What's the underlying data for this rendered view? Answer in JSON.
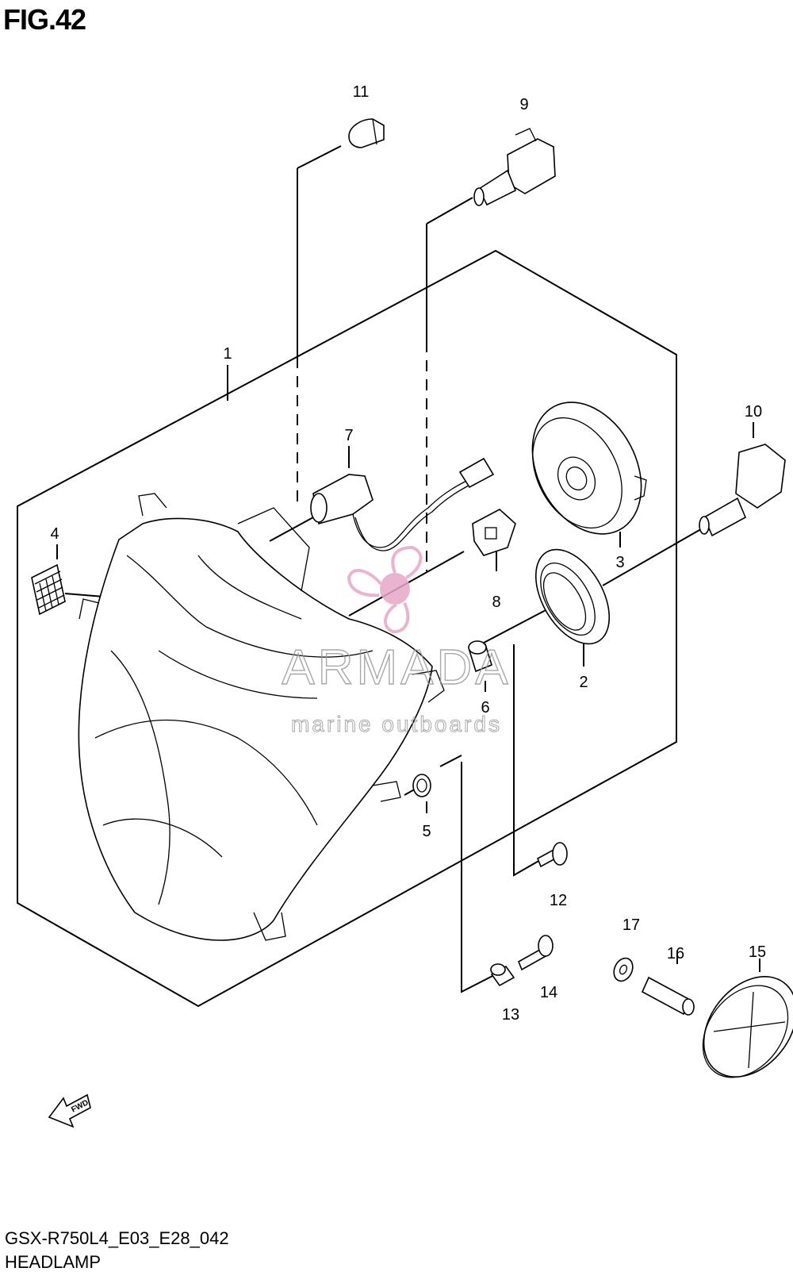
{
  "header": {
    "figure": "FIG.42"
  },
  "footer": {
    "code": "GSX-R750L4_E03_E28_042",
    "name": "HEADLAMP"
  },
  "parts": [
    {
      "ref": "1"
    },
    {
      "ref": "2"
    },
    {
      "ref": "3"
    },
    {
      "ref": "4"
    },
    {
      "ref": "5"
    },
    {
      "ref": "6"
    },
    {
      "ref": "7"
    },
    {
      "ref": "8"
    },
    {
      "ref": "9"
    },
    {
      "ref": "10"
    },
    {
      "ref": "11"
    },
    {
      "ref": "12"
    },
    {
      "ref": "13"
    },
    {
      "ref": "14"
    },
    {
      "ref": "15"
    },
    {
      "ref": "16"
    },
    {
      "ref": "17"
    }
  ],
  "watermark": {
    "brand": "ARMADA",
    "tagline": "marine outboards",
    "color": "#e7a6c8"
  },
  "fwd_label": "FWD"
}
